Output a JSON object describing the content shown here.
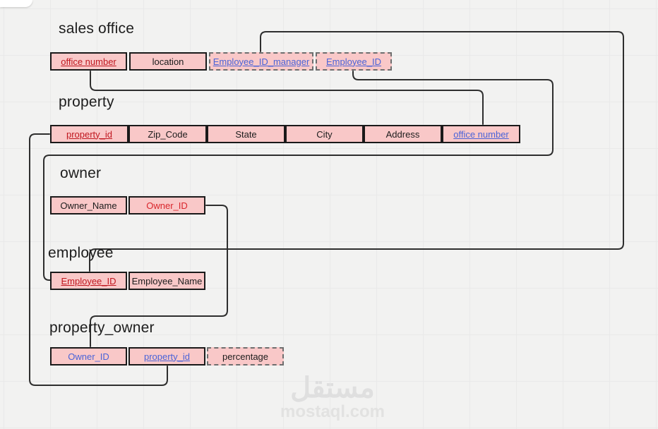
{
  "tables": [
    {
      "title": "sales office",
      "fields": [
        {
          "label": "office number",
          "role": "primary-key"
        },
        {
          "label": "location",
          "role": "attribute"
        },
        {
          "label": "Employee_ID_manager",
          "role": "foreign-key"
        },
        {
          "label": "Employee_ID",
          "role": "foreign-key"
        }
      ]
    },
    {
      "title": "property",
      "fields": [
        {
          "label": "property_id",
          "role": "primary-key"
        },
        {
          "label": "Zip_Code",
          "role": "attribute"
        },
        {
          "label": "State",
          "role": "attribute"
        },
        {
          "label": "City",
          "role": "attribute"
        },
        {
          "label": "Address",
          "role": "attribute"
        },
        {
          "label": "office number",
          "role": "foreign-key"
        }
      ]
    },
    {
      "title": "owner",
      "fields": [
        {
          "label": "Owner_Name",
          "role": "attribute"
        },
        {
          "label": "Owner_ID",
          "role": "primary-key"
        }
      ]
    },
    {
      "title": "employee",
      "fields": [
        {
          "label": "Employee_ID",
          "role": "primary-key"
        },
        {
          "label": "Employee_Name",
          "role": "attribute"
        }
      ]
    },
    {
      "title": "property_owner",
      "fields": [
        {
          "label": "Owner_ID",
          "role": "foreign-key"
        },
        {
          "label": "property_id",
          "role": "foreign-key"
        },
        {
          "label": "percentage",
          "role": "attribute"
        }
      ]
    }
  ],
  "relationships": [
    {
      "from": "sales office.office number",
      "to": "property.office number"
    },
    {
      "from": "sales office.Employee_ID_manager",
      "to": "employee.Employee_ID"
    },
    {
      "from": "sales office.Employee_ID",
      "to": "employee.Employee_ID"
    },
    {
      "from": "property.property_id",
      "to": "property_owner.property_id"
    },
    {
      "from": "owner.Owner_ID",
      "to": "property_owner.Owner_ID"
    }
  ],
  "colors": {
    "canvas_bg": "#f2f2f1",
    "field_fill": "#f9c8c8",
    "field_border": "#1a1a1a",
    "primary_key_text": "#c0171f",
    "foreign_key_text": "#4a63d8",
    "attribute_text": "#1c1c1c",
    "connector": "#2e2e2e"
  },
  "watermark": {
    "logo_text": "مستقل",
    "site_text": "mostaql.com"
  }
}
